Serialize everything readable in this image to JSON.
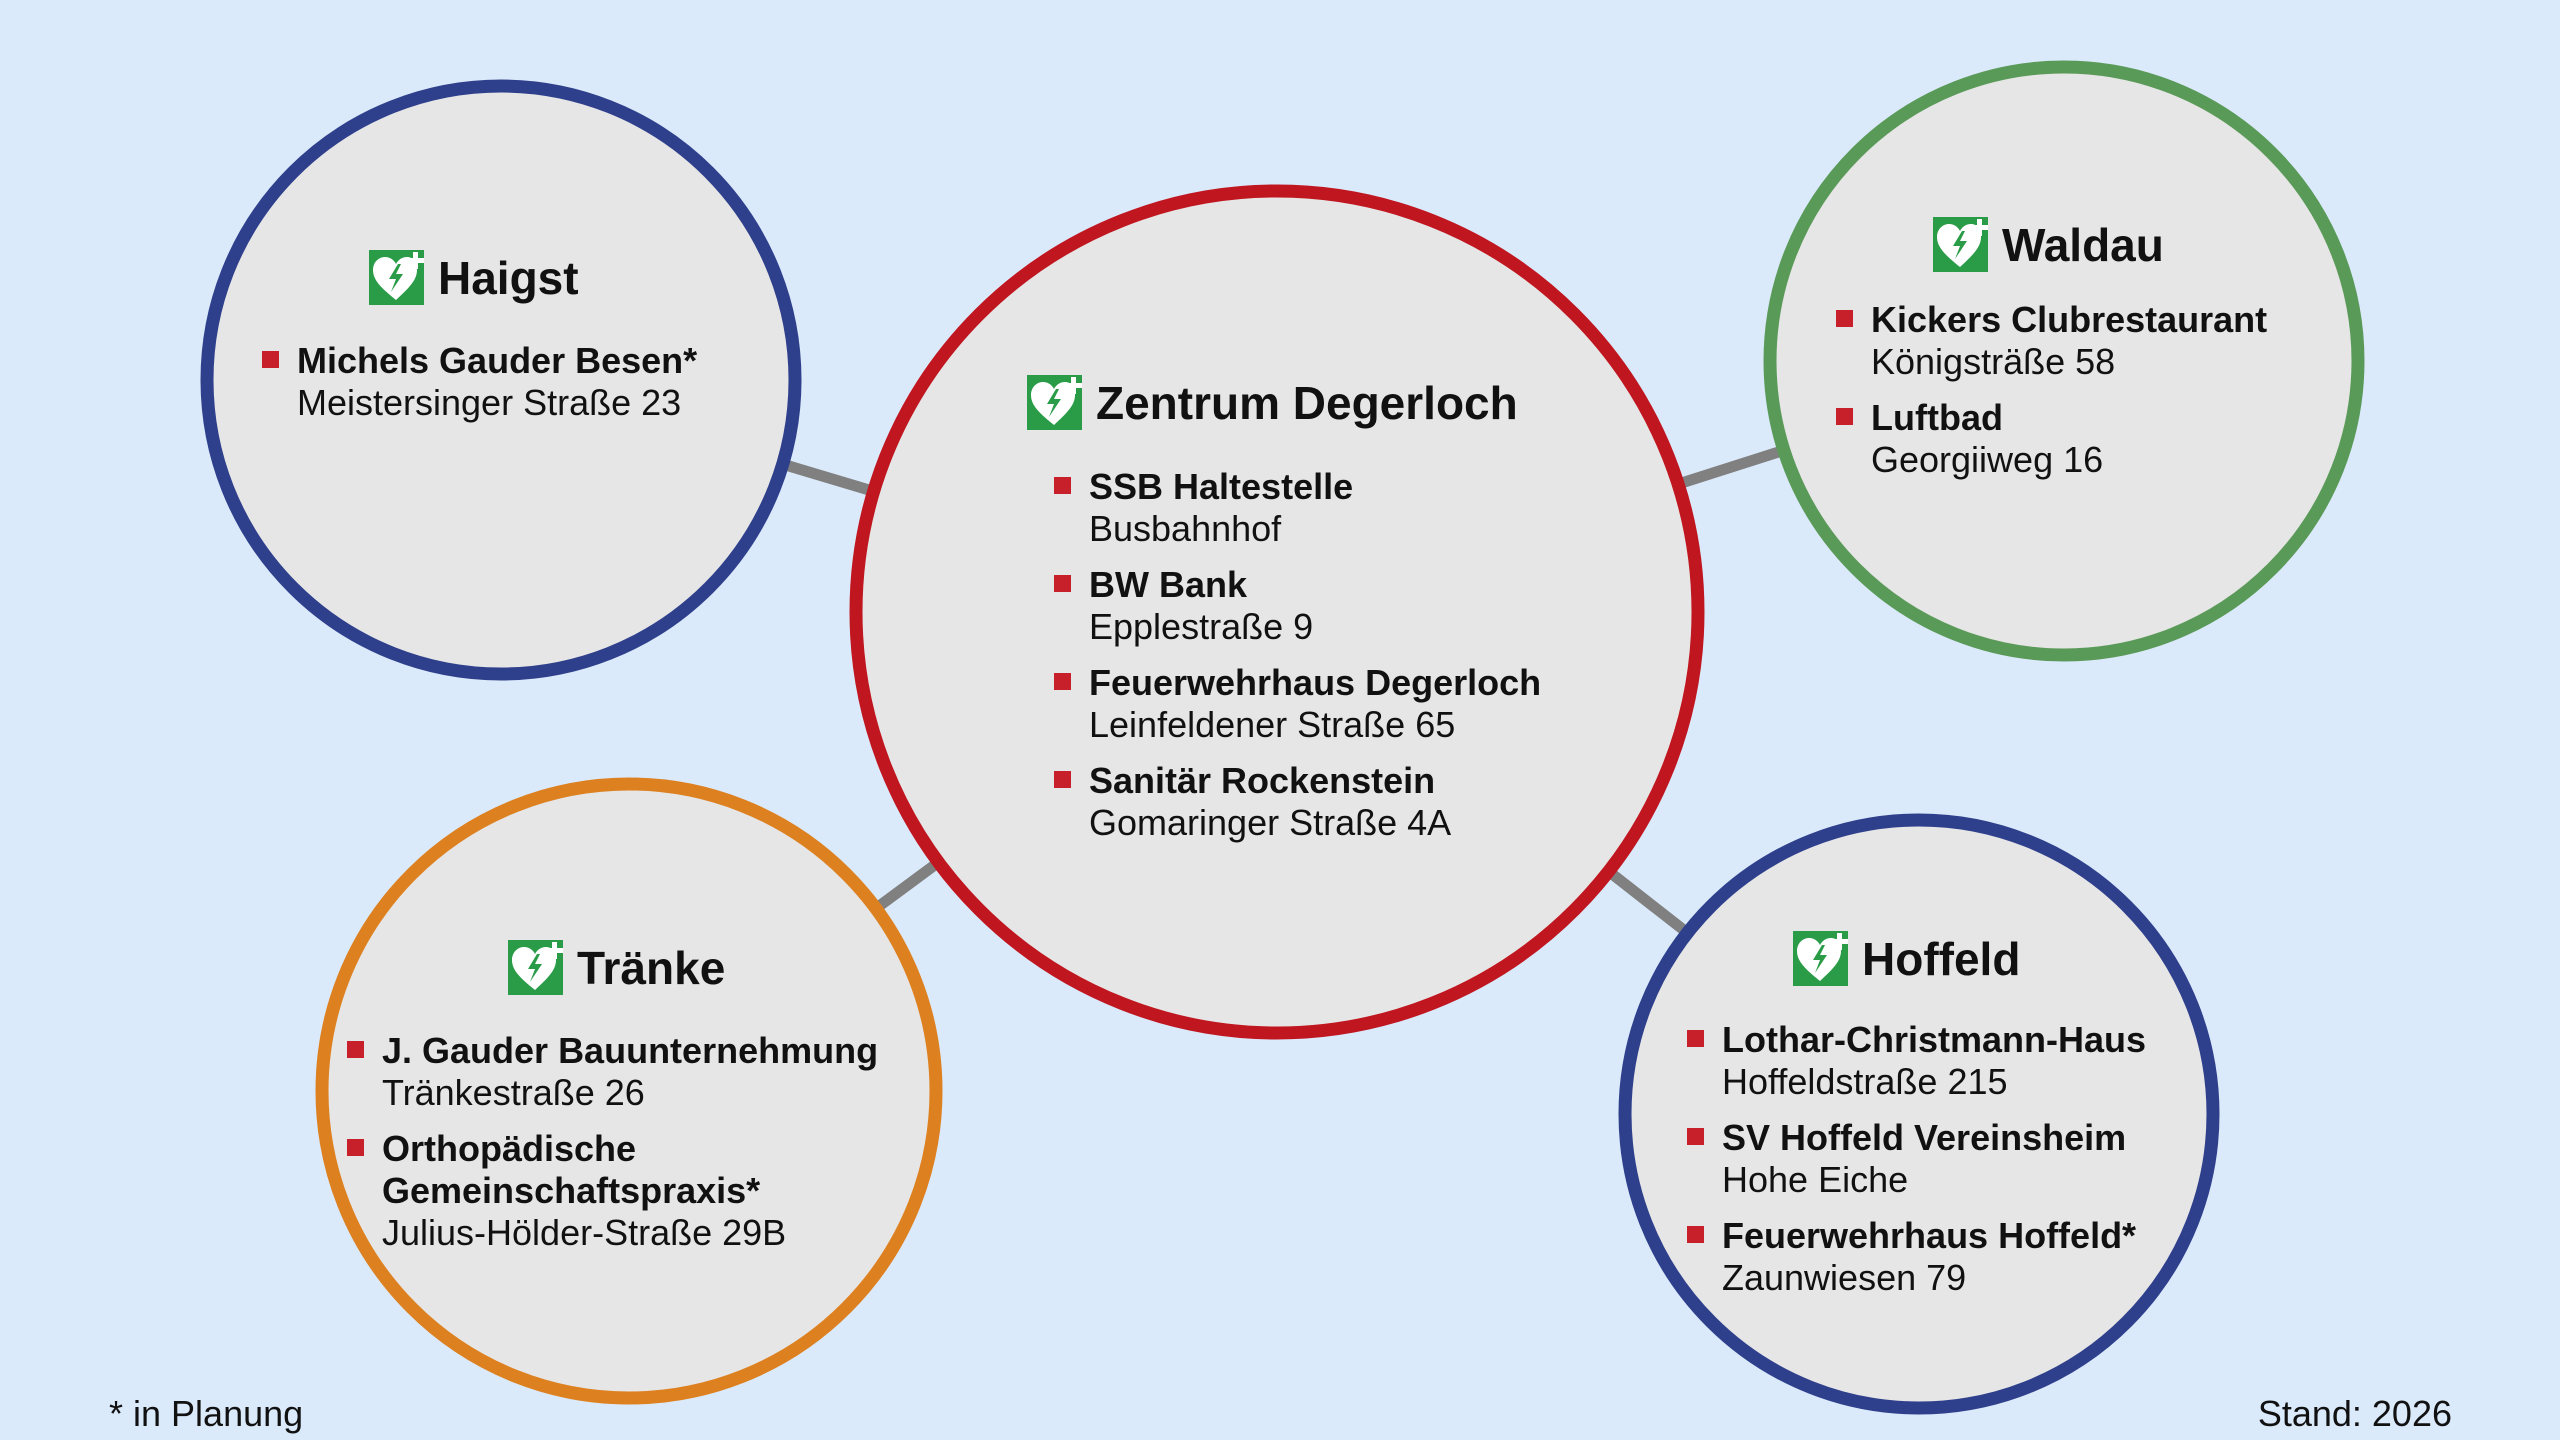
{
  "colors": {
    "background": "#dbeafb",
    "circle_fill": "#e6e6e6",
    "blue": "#2e3f8c",
    "red": "#c0161f",
    "green": "#5a9a58",
    "orange": "#dd8020",
    "connector": "#808080",
    "bullet": "#c8202a",
    "aed_green": "#2a9c48"
  },
  "icon": "aed-defibrillator-icon",
  "groups": [
    {
      "id": "zentrum",
      "title": "Zentrum Degerloch",
      "items": [
        {
          "name": "SSB Haltestelle",
          "address": "Busbahnhof"
        },
        {
          "name": "BW Bank",
          "address": "Epplestraße 9"
        },
        {
          "name": "Feuerwehrhaus Degerloch",
          "address": "Leinfeldener Straße 65"
        },
        {
          "name": "Sanitär Rockenstein",
          "address": "Gomaringer Straße 4A"
        }
      ]
    },
    {
      "id": "haigst",
      "title": "Haigst",
      "items": [
        {
          "name": "Michels Gauder Besen*",
          "address": "Meistersinger Straße 23"
        }
      ]
    },
    {
      "id": "waldau",
      "title": "Waldau",
      "items": [
        {
          "name": "Kickers Clubrestaurant",
          "address": "Königsträße 58"
        },
        {
          "name": "Luftbad",
          "address": "Georgiiweg 16"
        }
      ]
    },
    {
      "id": "traenke",
      "title": "Tränke",
      "items": [
        {
          "name": "J. Gauder Bauunternehmung",
          "address": "Tränkestraße 26"
        },
        {
          "name": "Orthopädische Gemeinschaftspraxis*",
          "address": "Julius-Hölder-Straße 29B"
        }
      ]
    },
    {
      "id": "hoffeld",
      "title": "Hoffeld",
      "items": [
        {
          "name": "Lothar-Christmann-Haus",
          "address": "Hoffeldstraße 215"
        },
        {
          "name": "SV Hoffeld Vereinsheim",
          "address": "Hohe Eiche"
        },
        {
          "name": "Feuerwehrhaus Hoffeld*",
          "address": "Zaunwiesen 79"
        }
      ]
    }
  ],
  "footer": {
    "note": "* in Planung",
    "date": "Stand: 2026"
  }
}
